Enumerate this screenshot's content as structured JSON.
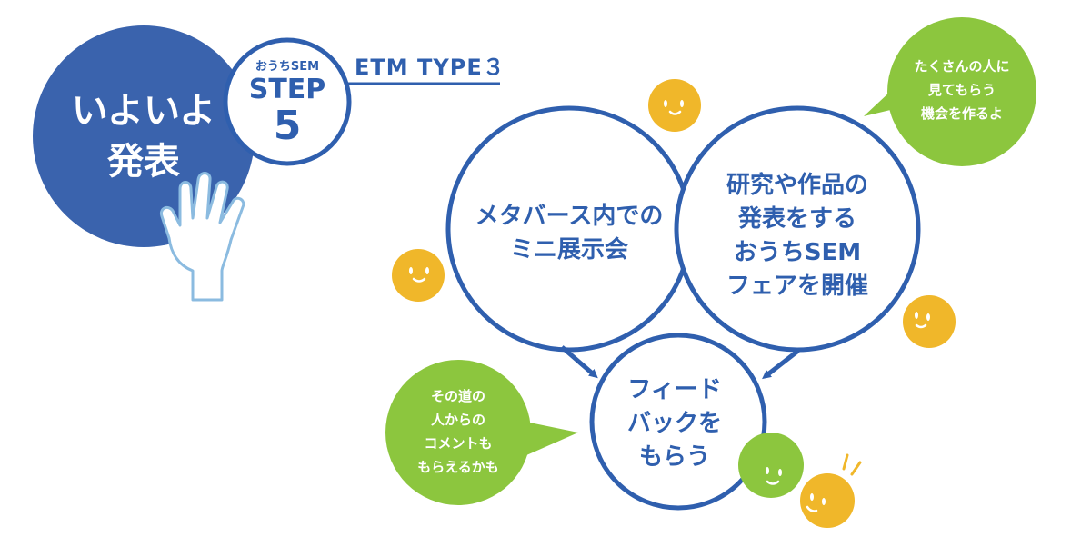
{
  "colors": {
    "blue": "#2f5fae",
    "dark_blue": "#3a63ad",
    "green": "#8cc63e",
    "yellow": "#f0b72a",
    "hand_fill": "#ffffff",
    "hand_stroke": "#8bbbe0"
  },
  "main": {
    "title_lines": [
      "いよいよ",
      "発表"
    ]
  },
  "step": {
    "small": "おうちSEM",
    "word": "STEP",
    "number": "5"
  },
  "type_label": "ETM TYPE３",
  "circles": {
    "exhibit": {
      "lines": [
        "メタバース内での",
        "ミニ展示会"
      ]
    },
    "fair": {
      "lines": [
        "研究や作品の",
        "発表をする",
        "おうちSEM",
        "フェアを開催"
      ]
    },
    "feedback": {
      "lines": [
        "フィード",
        "バックを",
        "もらう"
      ]
    }
  },
  "bubbles": {
    "top_right": {
      "lines": [
        "たくさんの人に",
        "見てもらう",
        "機会を作るよ"
      ]
    },
    "bottom_left": {
      "lines": [
        "その道の",
        "人からの",
        "コメントも",
        "もらえるかも"
      ]
    }
  },
  "icons": [
    "raised-hand-icon",
    "smiley-face-icon",
    "arrow-icon",
    "speech-bubble-icon"
  ]
}
